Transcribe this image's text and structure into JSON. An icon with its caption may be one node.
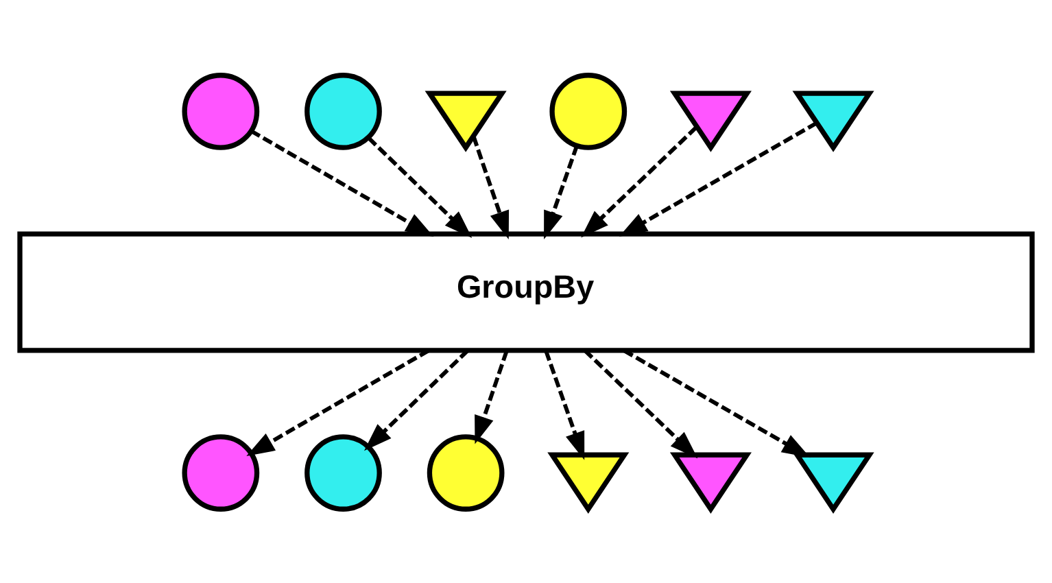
{
  "diagram": {
    "nodes": [
      {
        "text": [],
        "shape": "circle"
      },
      {
        "text": [],
        "shape": "circle"
      },
      {
        "text": [],
        "shape": "triangle"
      },
      {
        "text": [],
        "shape": "circle"
      },
      {
        "text": [],
        "shape": "triangle"
      },
      {
        "text": [],
        "shape": "triangle"
      },
      {
        "text": [
          "GroupBy"
        ]
      },
      {
        "text": [],
        "shape": "circle"
      },
      {
        "text": [],
        "shape": "circle"
      },
      {
        "text": [],
        "shape": "circle"
      },
      {
        "text": [],
        "shape": "triangle"
      },
      {
        "text": [],
        "shape": "triangle"
      },
      {
        "text": [],
        "shape": "triangle"
      }
    ],
    "edges": [
      {
        "from": 0,
        "to": 6,
        "arrow": "to",
        "style": "dashed"
      },
      {
        "from": 1,
        "to": 6,
        "arrow": "to",
        "style": "dashed"
      },
      {
        "from": 2,
        "to": 6,
        "arrow": "to",
        "style": "dashed"
      },
      {
        "from": 3,
        "to": 6,
        "arrow": "to",
        "style": "dashed"
      },
      {
        "from": 4,
        "to": 6,
        "arrow": "to",
        "style": "dashed"
      },
      {
        "from": 5,
        "to": 6,
        "arrow": "to",
        "style": "dashed"
      },
      {
        "from": 6,
        "to": 7,
        "arrow": "to",
        "style": "dashed"
      },
      {
        "from": 6,
        "to": 8,
        "arrow": "to",
        "style": "dashed"
      },
      {
        "from": 6,
        "to": 9,
        "arrow": "to",
        "style": "dashed"
      },
      {
        "from": 6,
        "to": 10,
        "arrow": "to",
        "style": "dashed"
      },
      {
        "from": 6,
        "to": 11,
        "arrow": "to",
        "style": "dashed"
      },
      {
        "from": 6,
        "to": 12,
        "arrow": "to",
        "style": "dashed"
      }
    ]
  }
}
